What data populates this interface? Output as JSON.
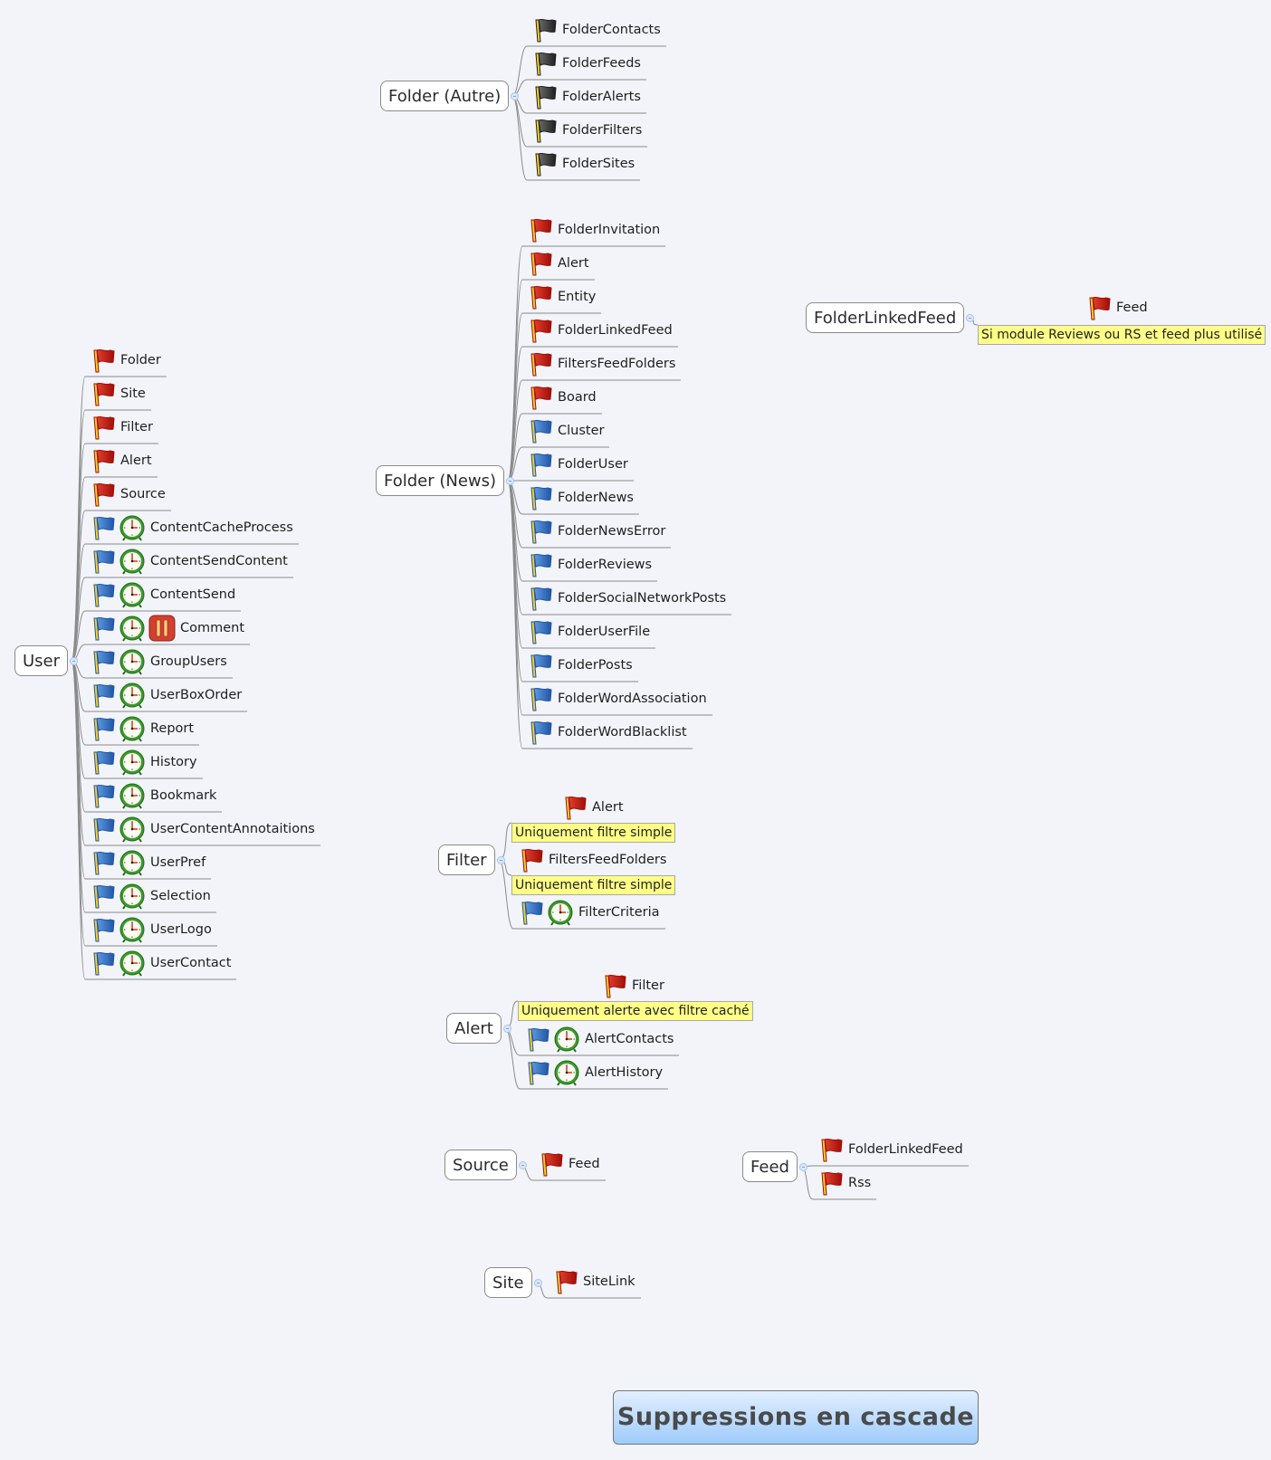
{
  "title": "Suppressions en cascade",
  "colors": {
    "background": "#f2f4f9",
    "note": "#ffff88",
    "flag_red": "#d01a10",
    "flag_blue": "#2e6fc0",
    "flag_black": "#333333",
    "clock_green": "#3c9a2c",
    "pause_red": "#c9392a"
  },
  "icons": {
    "flag_red": "red-flag-icon",
    "flag_blue": "blue-flag-icon",
    "flag_black": "black-flag-icon",
    "clock": "clock-icon",
    "pause": "pause-icon"
  },
  "maps": [
    {
      "id": "folder-autre",
      "root": "Folder (Autre)",
      "children": [
        {
          "label": "FolderContacts",
          "icons": [
            "flag_black"
          ]
        },
        {
          "label": "FolderFeeds",
          "icons": [
            "flag_black"
          ]
        },
        {
          "label": "FolderAlerts",
          "icons": [
            "flag_black"
          ]
        },
        {
          "label": "FolderFilters",
          "icons": [
            "flag_black"
          ]
        },
        {
          "label": "FolderSites",
          "icons": [
            "flag_black"
          ]
        }
      ]
    },
    {
      "id": "folder-news",
      "root": "Folder (News)",
      "children": [
        {
          "label": "FolderInvitation",
          "icons": [
            "flag_red"
          ]
        },
        {
          "label": "Alert",
          "icons": [
            "flag_red"
          ]
        },
        {
          "label": "Entity",
          "icons": [
            "flag_red"
          ]
        },
        {
          "label": "FolderLinkedFeed",
          "icons": [
            "flag_red"
          ]
        },
        {
          "label": "FiltersFeedFolders",
          "icons": [
            "flag_red"
          ]
        },
        {
          "label": "Board",
          "icons": [
            "flag_red"
          ]
        },
        {
          "label": "Cluster",
          "icons": [
            "flag_blue"
          ]
        },
        {
          "label": "FolderUser",
          "icons": [
            "flag_blue"
          ]
        },
        {
          "label": "FolderNews",
          "icons": [
            "flag_blue"
          ]
        },
        {
          "label": "FolderNewsError",
          "icons": [
            "flag_blue"
          ]
        },
        {
          "label": "FolderReviews",
          "icons": [
            "flag_blue"
          ]
        },
        {
          "label": "FolderSocialNetworkPosts",
          "icons": [
            "flag_blue"
          ]
        },
        {
          "label": "FolderUserFile",
          "icons": [
            "flag_blue"
          ]
        },
        {
          "label": "FolderPosts",
          "icons": [
            "flag_blue"
          ]
        },
        {
          "label": "FolderWordAssociation",
          "icons": [
            "flag_blue"
          ]
        },
        {
          "label": "FolderWordBlacklist",
          "icons": [
            "flag_blue"
          ]
        }
      ]
    },
    {
      "id": "folder-linked-feed",
      "root": "FolderLinkedFeed",
      "children": [
        {
          "label": "Feed",
          "icons": [
            "flag_red"
          ],
          "note": "Si module Reviews ou RS et feed plus utilisé"
        }
      ]
    },
    {
      "id": "user",
      "root": "User",
      "children": [
        {
          "label": "Folder",
          "icons": [
            "flag_red"
          ]
        },
        {
          "label": "Site",
          "icons": [
            "flag_red"
          ]
        },
        {
          "label": "Filter",
          "icons": [
            "flag_red"
          ]
        },
        {
          "label": "Alert",
          "icons": [
            "flag_red"
          ]
        },
        {
          "label": "Source",
          "icons": [
            "flag_red"
          ]
        },
        {
          "label": "ContentCacheProcess",
          "icons": [
            "flag_blue",
            "clock"
          ]
        },
        {
          "label": "ContentSendContent",
          "icons": [
            "flag_blue",
            "clock"
          ]
        },
        {
          "label": "ContentSend",
          "icons": [
            "flag_blue",
            "clock"
          ]
        },
        {
          "label": "Comment",
          "icons": [
            "flag_blue",
            "clock",
            "pause"
          ]
        },
        {
          "label": "GroupUsers",
          "icons": [
            "flag_blue",
            "clock"
          ]
        },
        {
          "label": "UserBoxOrder",
          "icons": [
            "flag_blue",
            "clock"
          ]
        },
        {
          "label": "Report",
          "icons": [
            "flag_blue",
            "clock"
          ]
        },
        {
          "label": "History",
          "icons": [
            "flag_blue",
            "clock"
          ]
        },
        {
          "label": "Bookmark",
          "icons": [
            "flag_blue",
            "clock"
          ]
        },
        {
          "label": "UserContentAnnotaitions",
          "icons": [
            "flag_blue",
            "clock"
          ]
        },
        {
          "label": "UserPref",
          "icons": [
            "flag_blue",
            "clock"
          ]
        },
        {
          "label": "Selection",
          "icons": [
            "flag_blue",
            "clock"
          ]
        },
        {
          "label": "UserLogo",
          "icons": [
            "flag_blue",
            "clock"
          ]
        },
        {
          "label": "UserContact",
          "icons": [
            "flag_blue",
            "clock"
          ]
        }
      ]
    },
    {
      "id": "filter",
      "root": "Filter",
      "children": [
        {
          "label": "Alert",
          "icons": [
            "flag_red"
          ],
          "note": "Uniquement filtre simple"
        },
        {
          "label": "FiltersFeedFolders",
          "icons": [
            "flag_red"
          ],
          "note": "Uniquement filtre simple"
        },
        {
          "label": "FilterCriteria",
          "icons": [
            "flag_blue",
            "clock"
          ]
        }
      ]
    },
    {
      "id": "alert",
      "root": "Alert",
      "children": [
        {
          "label": "Filter",
          "icons": [
            "flag_red"
          ],
          "note": "Uniquement alerte avec filtre caché"
        },
        {
          "label": "AlertContacts",
          "icons": [
            "flag_blue",
            "clock"
          ]
        },
        {
          "label": "AlertHistory",
          "icons": [
            "flag_blue",
            "clock"
          ]
        }
      ]
    },
    {
      "id": "source",
      "root": "Source",
      "children": [
        {
          "label": "Feed",
          "icons": [
            "flag_red"
          ]
        }
      ]
    },
    {
      "id": "feed",
      "root": "Feed",
      "children": [
        {
          "label": "FolderLinkedFeed",
          "icons": [
            "flag_red"
          ]
        },
        {
          "label": "Rss",
          "icons": [
            "flag_red"
          ]
        }
      ]
    },
    {
      "id": "site",
      "root": "Site",
      "children": [
        {
          "label": "SiteLink",
          "icons": [
            "flag_red"
          ]
        }
      ]
    }
  ]
}
